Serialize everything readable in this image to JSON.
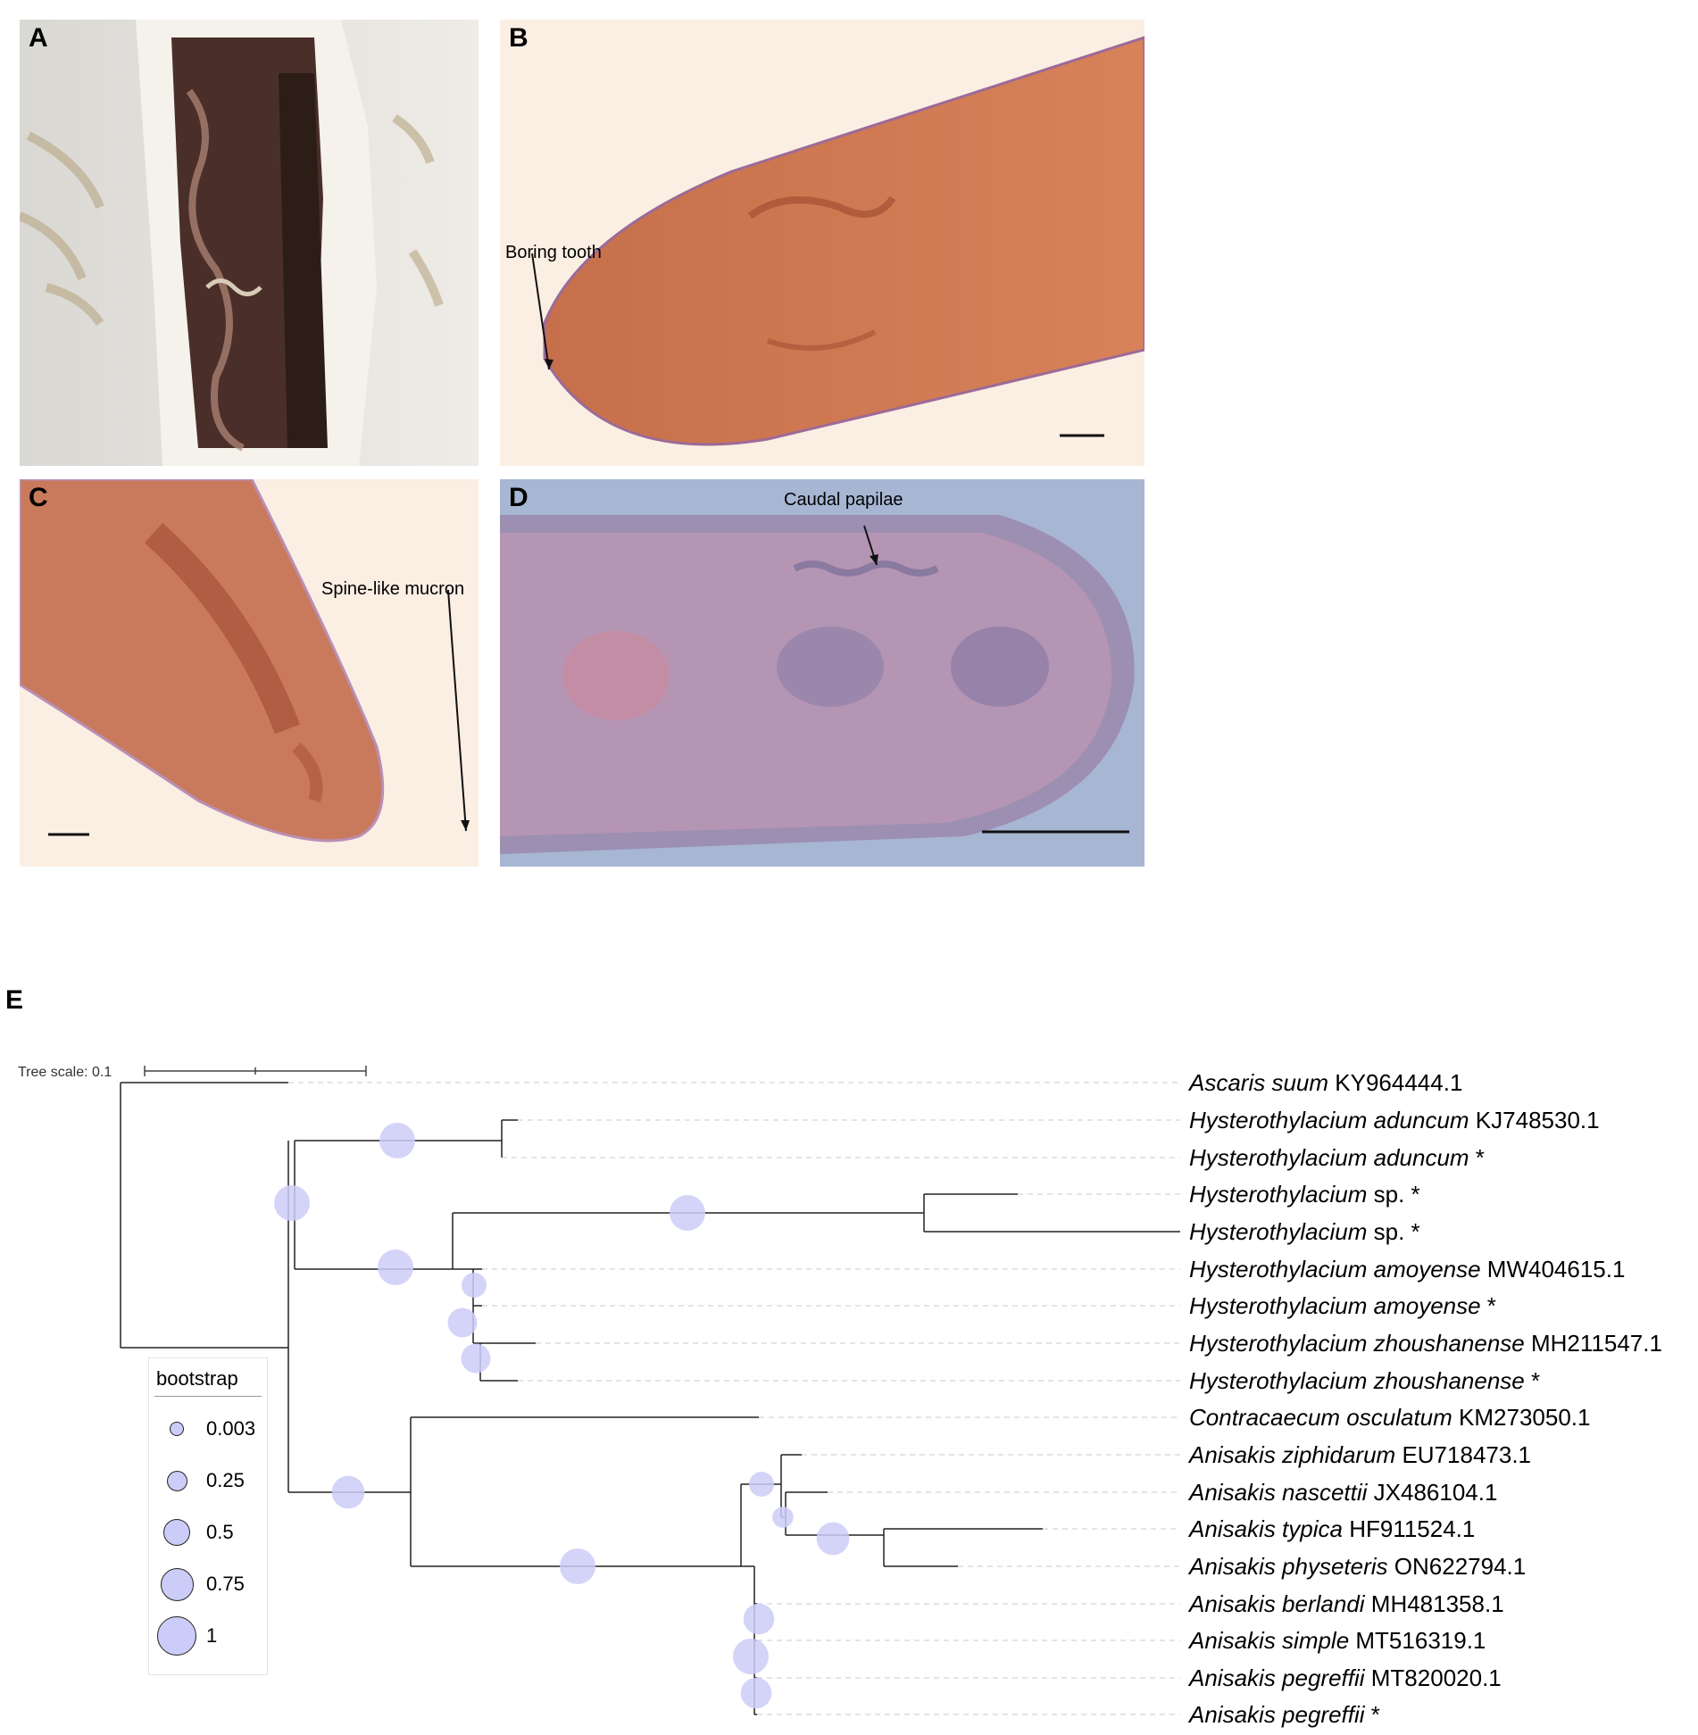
{
  "panels": {
    "a": {
      "letter": "A"
    },
    "b": {
      "letter": "B",
      "annotation": "Boring tooth"
    },
    "c": {
      "letter": "C",
      "annotation": "Spine-like mucron"
    },
    "d": {
      "letter": "D",
      "annotation": "Caudal papilae"
    },
    "e": {
      "letter": "E"
    }
  },
  "tree": {
    "scale_label": "Tree scale: 0.1",
    "tips": [
      {
        "genus": "Ascaris suum",
        "rest": " KY964444.1"
      },
      {
        "genus": "Hysterothylacium aduncum",
        "rest": " KJ748530.1"
      },
      {
        "genus": "Hysterothylacium aduncum",
        "rest": " *"
      },
      {
        "genus": "Hysterothylacium",
        "rest": " sp. *"
      },
      {
        "genus": "Hysterothylacium",
        "rest": " sp. *"
      },
      {
        "genus": "Hysterothylacium amoyense",
        "rest": " MW404615.1"
      },
      {
        "genus": "Hysterothylacium amoyense",
        "rest": " *"
      },
      {
        "genus": "Hysterothylacium zhoushanense",
        "rest": " MH211547.1"
      },
      {
        "genus": "Hysterothylacium zhoushanense",
        "rest": " *"
      },
      {
        "genus": "Contracaecum osculatum",
        "rest": " KM273050.1"
      },
      {
        "genus": "Anisakis ziphidarum",
        "rest": " EU718473.1"
      },
      {
        "genus": "Anisakis nascettii",
        "rest": " JX486104.1"
      },
      {
        "genus": "Anisakis typica",
        "rest": " HF911524.1"
      },
      {
        "genus": "Anisakis physeteris",
        "rest": " ON622794.1"
      },
      {
        "genus": "Anisakis berlandi",
        "rest": " MH481358.1"
      },
      {
        "genus": "Anisakis simple",
        "rest": " MT516319.1"
      },
      {
        "genus": "Anisakis pegreffii",
        "rest": " MT820020.1"
      },
      {
        "genus": "Anisakis pegreffii",
        "rest": " *"
      }
    ],
    "legend": {
      "title": "bootstrap",
      "items": [
        {
          "label": "0.003",
          "value": 0.003
        },
        {
          "label": "0.25",
          "value": 0.25
        },
        {
          "label": "0.5",
          "value": 0.5
        },
        {
          "label": "0.75",
          "value": 0.75
        },
        {
          "label": "1",
          "value": 1
        }
      ]
    },
    "colors": {
      "support_fill": "#ccccf8",
      "branch": "#222222",
      "guide": "#c8c8c8"
    }
  }
}
